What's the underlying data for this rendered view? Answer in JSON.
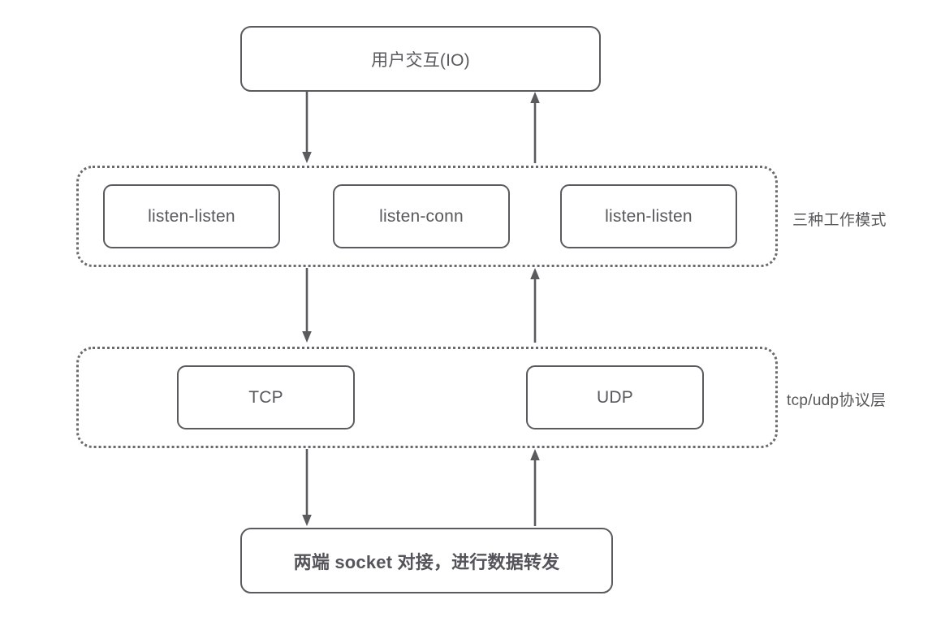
{
  "diagram": {
    "title_box": {
      "label": "用户交互(IO)"
    },
    "modes_group": {
      "side_label": "三种工作模式",
      "boxes": [
        {
          "label": "listen-listen"
        },
        {
          "label": "listen-conn"
        },
        {
          "label": "listen-listen"
        }
      ]
    },
    "protocol_group": {
      "side_label": "tcp/udp协议层",
      "boxes": [
        {
          "label": "TCP"
        },
        {
          "label": "UDP"
        }
      ]
    },
    "bottom_box": {
      "label": "两端 socket 对接，进行数据转发"
    },
    "arrows": [
      {
        "name": "io-to-modes",
        "direction": "down"
      },
      {
        "name": "modes-to-io",
        "direction": "up"
      },
      {
        "name": "modes-to-protocol",
        "direction": "down"
      },
      {
        "name": "protocol-to-modes",
        "direction": "up"
      },
      {
        "name": "protocol-to-socket",
        "direction": "down"
      },
      {
        "name": "socket-to-protocol",
        "direction": "up"
      }
    ],
    "colors": {
      "stroke": "#5b5b5f",
      "text": "#59595c",
      "group_border": "#6a6a6e",
      "background": "#ffffff"
    }
  }
}
